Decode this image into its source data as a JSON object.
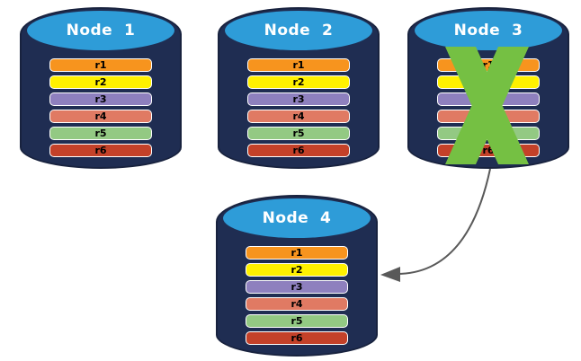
{
  "diagram": {
    "colors": {
      "background": "#FFFFFF",
      "cylinder_body": "#1F2D52",
      "cylinder_top": "#2E9CD8",
      "node_label_text": "#FFFFFF",
      "bar_border": "#FFFFFF",
      "bar_text": "#000000",
      "failure_x": "#75C043",
      "arrow": "#595959"
    },
    "nodes": [
      {
        "label": "Node  1",
        "crossed_out": false,
        "replicas": [
          {
            "label": "r1",
            "color": "#F7941E"
          },
          {
            "label": "r2",
            "color": "#FFF100"
          },
          {
            "label": "r3",
            "color": "#8E80BE"
          },
          {
            "label": "r4",
            "color": "#E07A63"
          },
          {
            "label": "r5",
            "color": "#93C983"
          },
          {
            "label": "r6",
            "color": "#C44129"
          }
        ]
      },
      {
        "label": "Node  2",
        "crossed_out": false,
        "replicas": [
          {
            "label": "r1",
            "color": "#F7941E"
          },
          {
            "label": "r2",
            "color": "#FFF100"
          },
          {
            "label": "r3",
            "color": "#8E80BE"
          },
          {
            "label": "r4",
            "color": "#E07A63"
          },
          {
            "label": "r5",
            "color": "#93C983"
          },
          {
            "label": "r6",
            "color": "#C44129"
          }
        ]
      },
      {
        "label": "Node  3",
        "crossed_out": true,
        "replicas": [
          {
            "label": "r1",
            "color": "#F7941E"
          },
          {
            "label": "r2",
            "color": "#FFF100"
          },
          {
            "label": "r3",
            "color": "#8E80BE"
          },
          {
            "label": "r4",
            "color": "#E07A63"
          },
          {
            "label": "r5",
            "color": "#93C983"
          },
          {
            "label": "r6",
            "color": "#C44129"
          }
        ]
      },
      {
        "label": "Node  4",
        "crossed_out": false,
        "replicas": [
          {
            "label": "r1",
            "color": "#F7941E"
          },
          {
            "label": "r2",
            "color": "#FFF100"
          },
          {
            "label": "r3",
            "color": "#8E80BE"
          },
          {
            "label": "r4",
            "color": "#E07A63"
          },
          {
            "label": "r5",
            "color": "#93C983"
          },
          {
            "label": "r6",
            "color": "#C44129"
          }
        ]
      }
    ],
    "arrow": {
      "from": "Node 3",
      "to": "Node 4"
    }
  }
}
